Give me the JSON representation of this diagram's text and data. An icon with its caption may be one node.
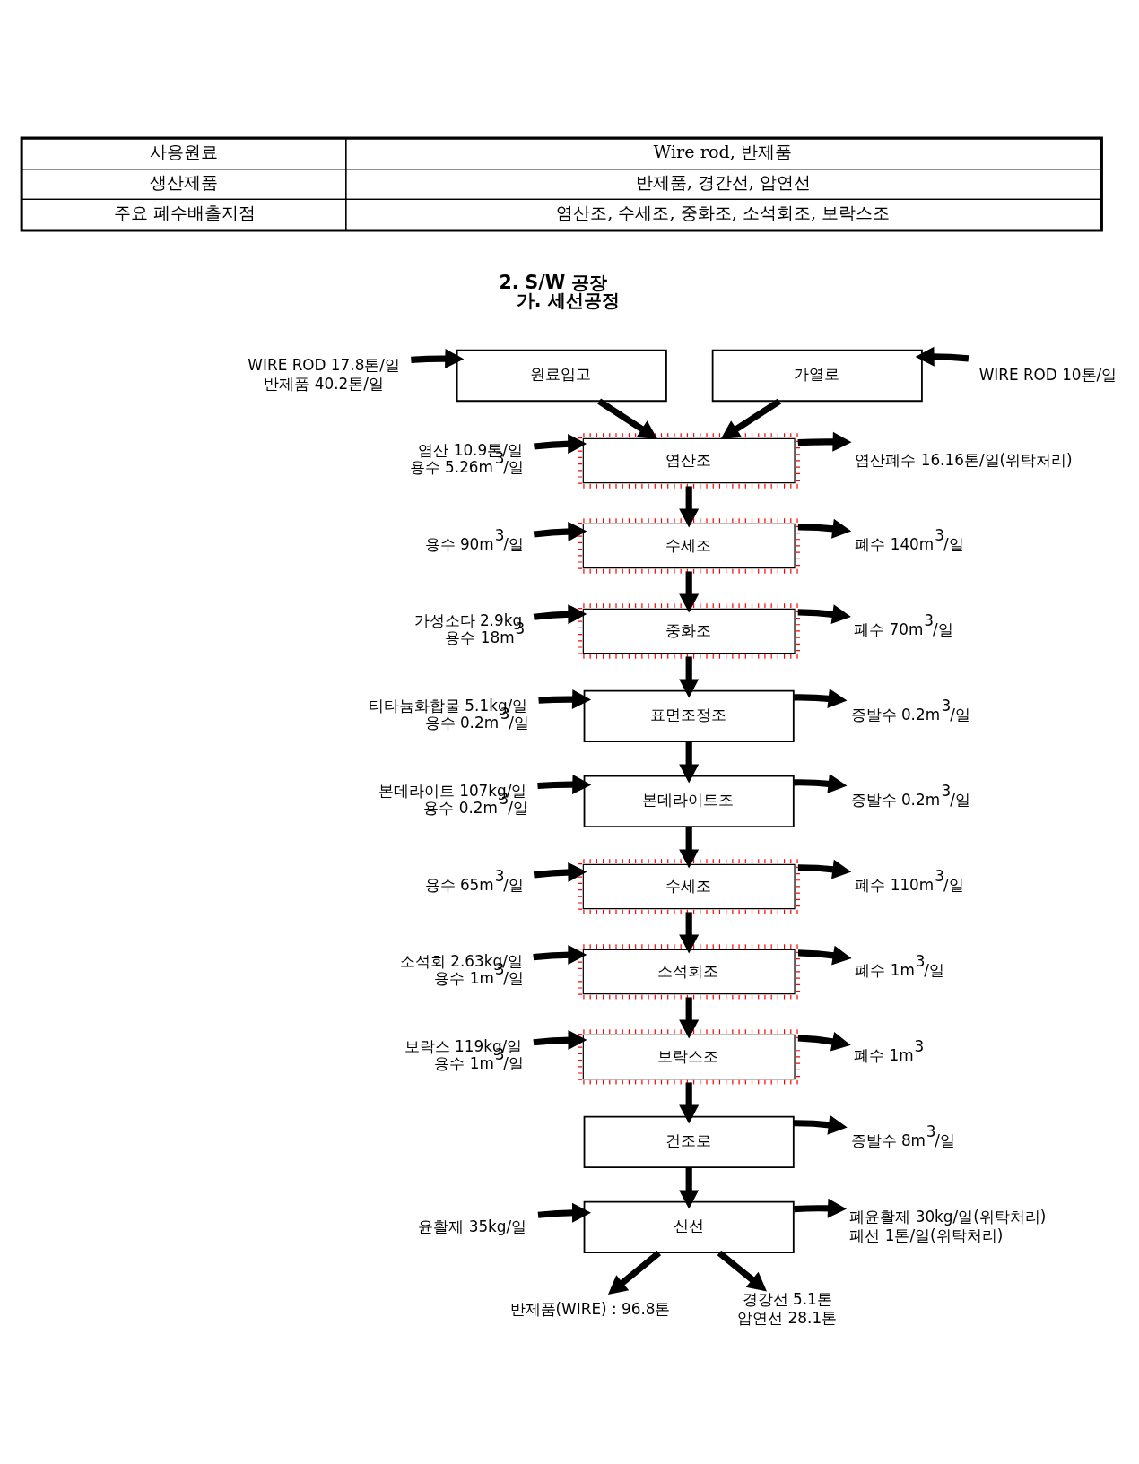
{
  "diagram": {
    "nodes": [
      {
        "text": [
          "WIRE ROD 17.8톤/일",
          "반제품 40.2톤/일"
        ]
      },
      {
        "text": [
          "원료입고"
        ]
      },
      {
        "text": [
          "가열로"
        ]
      },
      {
        "text": [
          "WIRE ROD 10톤/일"
        ]
      },
      {
        "text": [
          "염산 10.9톤/일",
          "용수 5.26m$^{3}$/일"
        ]
      },
      {
        "text": [
          "염산조"
        ]
      },
      {
        "text": [
          "염산폐수 16.16톤/일(위탁처리)"
        ]
      },
      {
        "text": [
          "용수 90m$^{3}$/일"
        ]
      },
      {
        "text": [
          "수세조"
        ]
      },
      {
        "text": [
          "폐수 140m$^{3}$/일"
        ]
      },
      {
        "text": [
          "가성소다 2.9kg",
          "용수 18m$^{3}$"
        ]
      },
      {
        "text": [
          "중화조"
        ]
      },
      {
        "text": [
          "폐수 70m$^{3}$/일"
        ]
      },
      {
        "text": [
          "티타늄화합물 5.1kg/일",
          "용수 0.2m$^{3}$/일"
        ]
      },
      {
        "text": [
          "표면조정조"
        ]
      },
      {
        "text": [
          "증발수 0.2m$^{3}$/일"
        ]
      },
      {
        "text": [
          "본데라이트 107kg/일",
          "용수 0.2m$^{3}$/일"
        ]
      },
      {
        "text": [
          "본데라이트조"
        ]
      },
      {
        "text": [
          "증발수 0.2m$^{3}$/일"
        ]
      },
      {
        "text": [
          "용수 65m$^{3}$/일"
        ]
      },
      {
        "text": [
          "수세조"
        ]
      },
      {
        "text": [
          "폐수 110m$^{3}$/일"
        ]
      },
      {
        "text": [
          "소석회 2.63kg/일",
          "용수 1m$^{3}$/일"
        ]
      },
      {
        "text": [
          "소석회조"
        ]
      },
      {
        "text": [
          "폐수 1m$^{3}$/일"
        ]
      },
      {
        "text": [
          "보락스 119kg/일",
          "용수 1m$^{3}$/일"
        ]
      },
      {
        "text": [
          "보락스조"
        ]
      },
      {
        "text": [
          "폐수 1m$^{3}$"
        ]
      },
      {
        "text": [
          "건조로"
        ]
      },
      {
        "text": [
          "증발수 8m$^{3}$/일"
        ]
      },
      {
        "text": [
          "윤활제 35kg/일"
        ]
      },
      {
        "text": [
          "신선"
        ]
      },
      {
        "text": [
          "폐윤활제 30kg/일(위탁처리)",
          "폐선 1톤/일(위탁처리)"
        ]
      },
      {
        "text": [
          "반제품(WIRE) : 96.8톤"
        ]
      },
      {
        "text": [
          "경강선 5.1톤",
          "압연선 28.1톤"
        ]
      }
    ],
    "edges": [
      {
        "from": 0,
        "to": 1,
        "arrow": "to"
      },
      {
        "from": 3,
        "to": 2,
        "arrow": "to"
      },
      {
        "from": 1,
        "to": 5,
        "arrow": "to"
      },
      {
        "from": 2,
        "to": 5,
        "arrow": "to"
      },
      {
        "from": 4,
        "to": 5,
        "arrow": "to"
      },
      {
        "from": 5,
        "to": 6,
        "arrow": "to"
      },
      {
        "from": 5,
        "to": 8,
        "arrow": "to"
      },
      {
        "from": 7,
        "to": 8,
        "arrow": "to"
      },
      {
        "from": 8,
        "to": 9,
        "arrow": "to"
      },
      {
        "from": 8,
        "to": 11,
        "arrow": "to"
      },
      {
        "from": 10,
        "to": 11,
        "arrow": "to"
      },
      {
        "from": 11,
        "to": 12,
        "arrow": "to"
      },
      {
        "from": 11,
        "to": 14,
        "arrow": "to"
      },
      {
        "from": 13,
        "to": 14,
        "arrow": "to"
      },
      {
        "from": 14,
        "to": 15,
        "arrow": "to"
      },
      {
        "from": 14,
        "to": 17,
        "arrow": "to"
      },
      {
        "from": 16,
        "to": 17,
        "arrow": "to"
      },
      {
        "from": 17,
        "to": 18,
        "arrow": "to"
      },
      {
        "from": 17,
        "to": 20,
        "arrow": "to"
      },
      {
        "from": 19,
        "to": 20,
        "arrow": "to"
      },
      {
        "from": 20,
        "to": 21,
        "arrow": "to"
      },
      {
        "from": 20,
        "to": 23,
        "arrow": "to"
      },
      {
        "from": 22,
        "to": 23,
        "arrow": "to"
      },
      {
        "from": 23,
        "to": 24,
        "arrow": "to"
      },
      {
        "from": 23,
        "to": 26,
        "arrow": "to"
      },
      {
        "from": 25,
        "to": 26,
        "arrow": "to"
      },
      {
        "from": 26,
        "to": 27,
        "arrow": "to"
      },
      {
        "from": 26,
        "to": 28,
        "arrow": "to"
      },
      {
        "from": 28,
        "to": 29,
        "arrow": "to"
      },
      {
        "from": 28,
        "to": 31,
        "arrow": "to"
      },
      {
        "from": 30,
        "to": 31,
        "arrow": "to"
      },
      {
        "from": 31,
        "to": 32,
        "arrow": "to"
      },
      {
        "from": 31,
        "to": 33,
        "arrow": "to"
      },
      {
        "from": 31,
        "to": 34,
        "arrow": "to"
      }
    ],
    "labels": [
      "사용원료",
      "Wire rod, 반제품",
      "생산제품",
      "반제품, 경간선, 압연선",
      "주요 폐수배출지점",
      "염산조, 수세조, 중화조, 소석회조, 보락스조",
      "2. S/W 공장",
      "가. 세선공정"
    ]
  }
}
